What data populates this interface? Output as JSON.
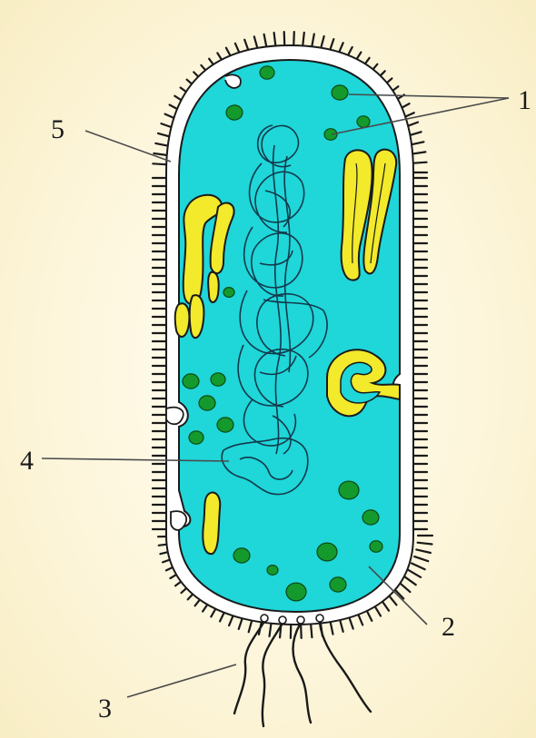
{
  "diagram": {
    "labels": {
      "l1": "1",
      "l2": "2",
      "l3": "3",
      "l4": "4",
      "l5": "5"
    },
    "colors": {
      "background": "#fdf6dd",
      "cytoplasm": "#1fd6d9",
      "granule": "#149a2c",
      "fold": "#f2ea2a",
      "outline": "#1a1a1a",
      "nucleoid_line": "#123a4a"
    }
  }
}
